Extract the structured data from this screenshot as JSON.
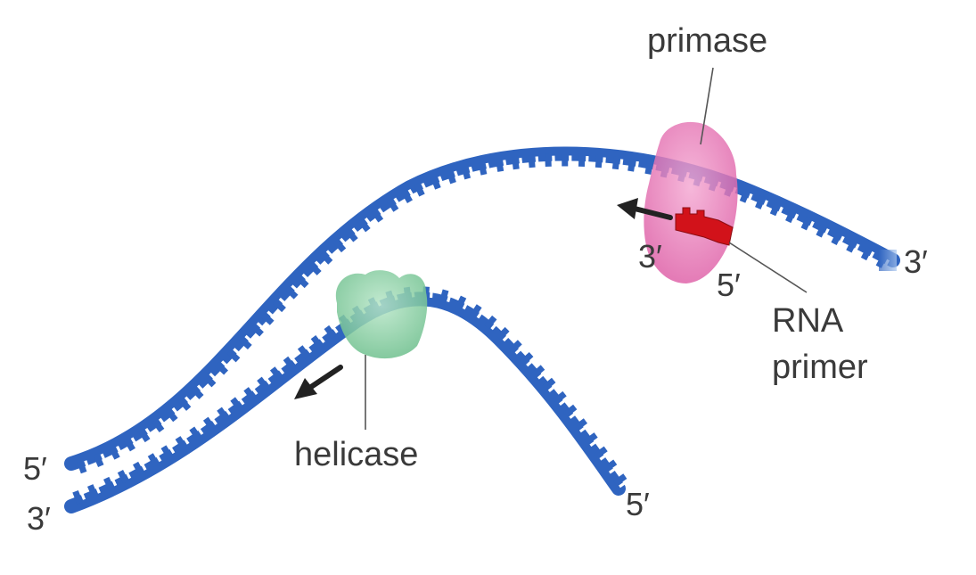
{
  "labels": {
    "primase": "primase",
    "helicase": "helicase",
    "rna_primer_line1": "RNA",
    "rna_primer_line2": "primer",
    "left_top_end": "5′",
    "left_bottom_end": "3′",
    "upper_right_end": "3′",
    "lower_right_end": "5′",
    "primer_3_end": "3′",
    "primer_5_end": "5′"
  },
  "colors": {
    "dna_strand": "#2f64c0",
    "strand_highlight": "#ffffff",
    "primase": "#e46fb0",
    "helicase": "#84cda0",
    "rna_primer": "#d2121a",
    "arrow": "#222222"
  },
  "icons": {
    "direction_arrow": "arrow-left-icon"
  }
}
